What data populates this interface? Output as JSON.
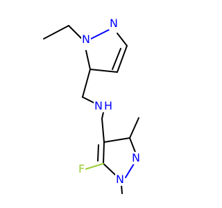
{
  "molecule": {
    "atoms": {
      "n_pyrazole_top_right": "N",
      "n_pyrazole_top_left": "N",
      "n_amine": "N",
      "h_amine": "H",
      "n_pyrazole_bottom_right": "N",
      "n_pyrazole_bottom_left": "N",
      "fluorine": "F"
    },
    "colors": {
      "carbon_bond": "#000000",
      "nitrogen": "#0000ff",
      "fluorine": "#99cc33",
      "background": "#ffffff"
    }
  }
}
